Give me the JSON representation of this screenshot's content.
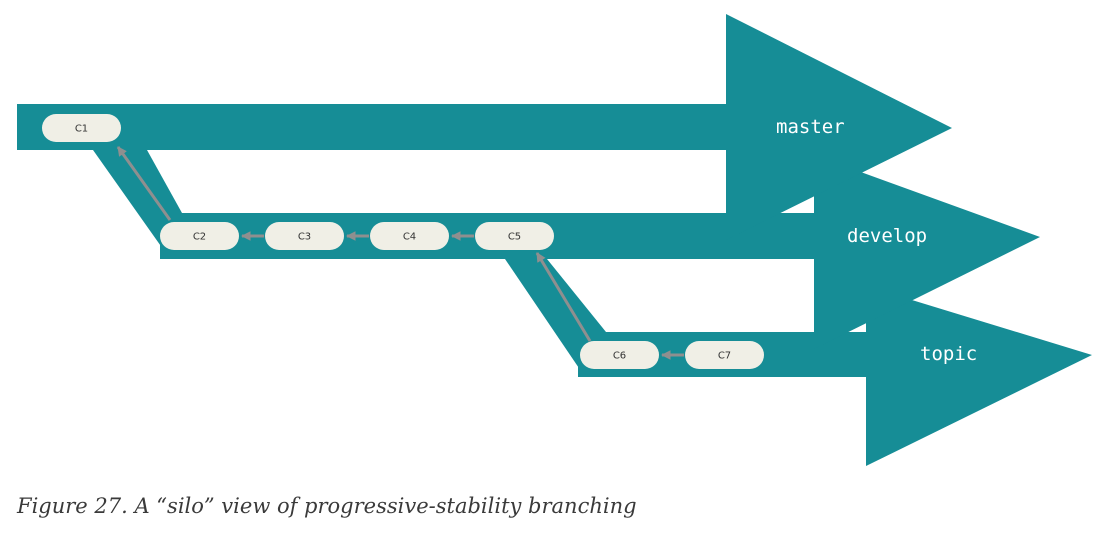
{
  "colors": {
    "band": "#168d96",
    "commit_fill": "#f0efe6",
    "arrow": "#8f8f8f",
    "label_text": "#ffffff",
    "caption_text": "#3a3a3a"
  },
  "branches": [
    {
      "id": "master",
      "label": "master"
    },
    {
      "id": "develop",
      "label": "develop"
    },
    {
      "id": "topic",
      "label": "topic"
    }
  ],
  "commits": [
    {
      "id": "C1",
      "label": "C1"
    },
    {
      "id": "C2",
      "label": "C2"
    },
    {
      "id": "C3",
      "label": "C3"
    },
    {
      "id": "C4",
      "label": "C4"
    },
    {
      "id": "C5",
      "label": "C5"
    },
    {
      "id": "C6",
      "label": "C6"
    },
    {
      "id": "C7",
      "label": "C7"
    }
  ],
  "parent_links": [
    {
      "from": "C2",
      "to": "C1"
    },
    {
      "from": "C3",
      "to": "C2"
    },
    {
      "from": "C4",
      "to": "C3"
    },
    {
      "from": "C5",
      "to": "C4"
    },
    {
      "from": "C6",
      "to": "C5"
    },
    {
      "from": "C7",
      "to": "C6"
    }
  ],
  "caption": "Figure 27. A “silo” view of progressive-stability branching"
}
